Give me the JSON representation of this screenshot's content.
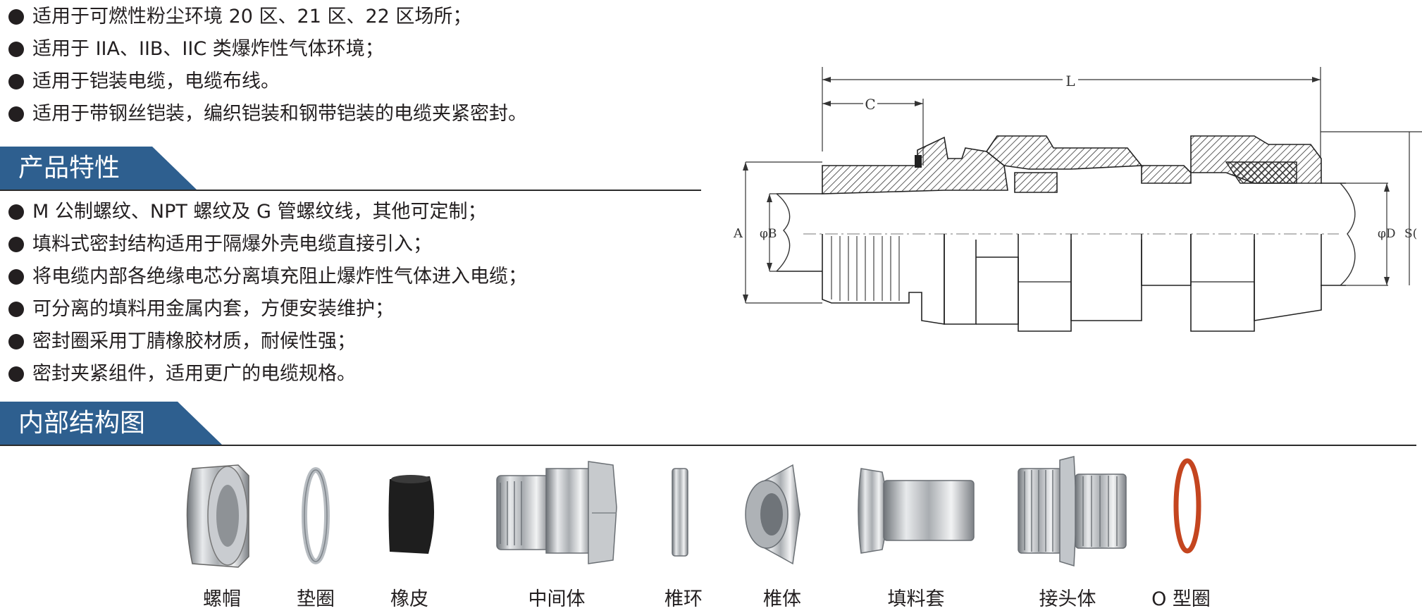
{
  "intro_bullets": [
    "适用于可燃性粉尘环境 20 区、21 区、22 区场所；",
    "适用于 IIA、IIB、IIC 类爆炸性气体环境；",
    "适用于铠装电缆，电缆布线。",
    "适用于带钢丝铠装，编织铠装和钢带铠装的电缆夹紧密封。"
  ],
  "features_section": {
    "title": "产品特性",
    "bullets": [
      "M 公制螺纹、NPT 螺纹及 G 管螺纹线，其他可定制；",
      "填料式密封结构适用于隔爆外壳电缆直接引入；",
      "将电缆内部各绝缘电芯分离填充阻止爆炸性气体进入电缆；",
      "可分离的填料用金属内套，方便安装维护；",
      "密封圈采用丁腈橡胶材质，耐候性强；",
      "密封夹紧组件，适用更广的电缆规格。"
    ]
  },
  "structure_section": {
    "title": "内部结构图",
    "parts": [
      "螺帽",
      "垫圈",
      "橡皮",
      "中间体",
      "椎环",
      "椎体",
      "填料套",
      "接头体",
      "O 型圈"
    ]
  },
  "drawing": {
    "labels": {
      "L": "L",
      "C": "C",
      "A": "A",
      "B": "φB",
      "D": "φD",
      "S": "S("
    }
  },
  "colors": {
    "tab_blue": "#2e5f8f",
    "oring": "#c4451f",
    "rubber": "#1e1e1e",
    "metal": "#b9bcbf"
  }
}
